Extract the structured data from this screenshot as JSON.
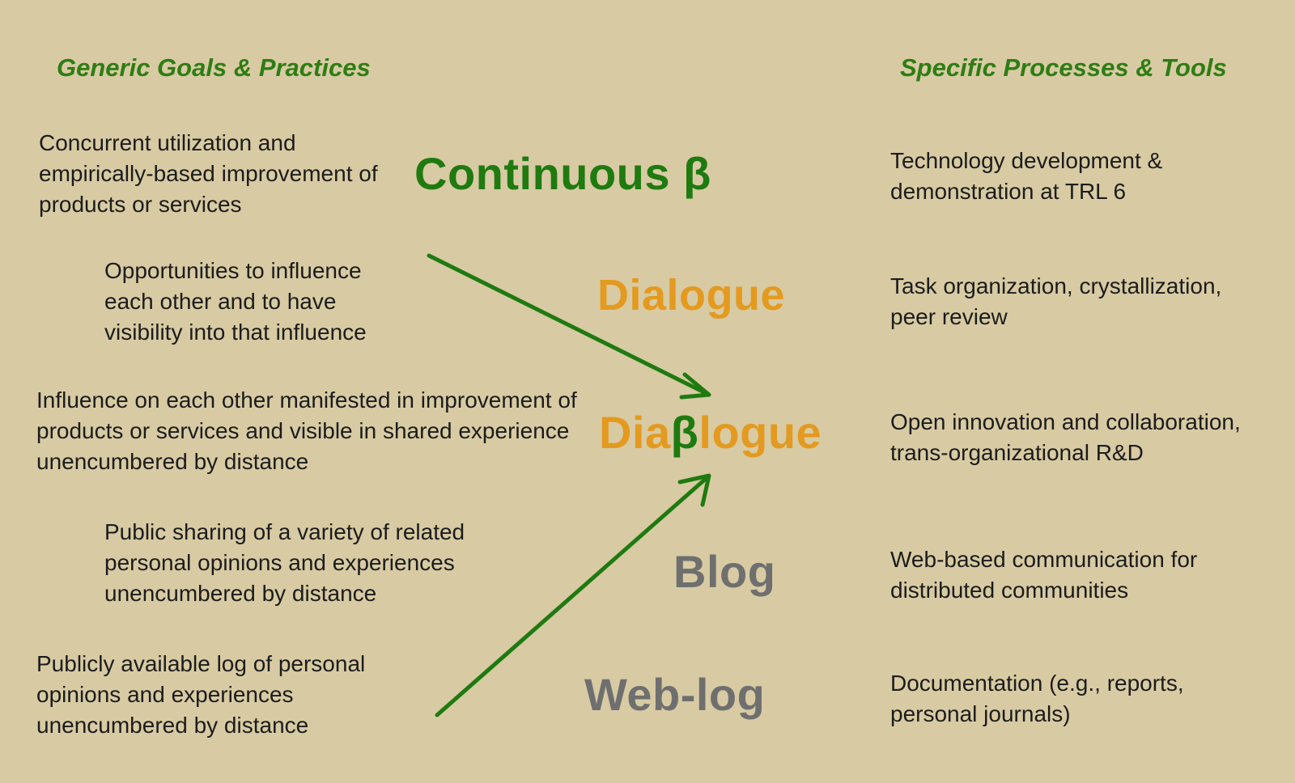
{
  "headings": {
    "left": "Generic Goals & Practices",
    "right": "Specific Processes & Tools"
  },
  "rows": [
    {
      "goal": "Concurrent utilization and empirically-based improvement of products or services",
      "term": "Continuous β",
      "tool": "Technology development & demonstration at TRL 6"
    },
    {
      "goal": "Opportunities to influence each other and to have visibility into that influence",
      "term": "Dialogue",
      "tool": "Task organization, crystallization, peer review"
    },
    {
      "goal": "Influence on each other manifested in improvement of products or services and visible in shared experience unencumbered by distance",
      "term_parts": [
        "Dia",
        "β",
        "logue"
      ],
      "tool": "Open innovation and collaboration, trans-organizational R&D"
    },
    {
      "goal": "Public sharing of a variety of related personal opinions and experiences unencumbered by distance",
      "term": "Blog",
      "tool": "Web-based communication for distributed communities"
    },
    {
      "goal": "Publicly available log of personal opinions and experiences unencumbered by distance",
      "term": "Web-log",
      "tool": "Documentation (e.g., reports, personal journals)"
    }
  ],
  "colors": {
    "background": "#d8cba3",
    "heading": "#2e7d14",
    "green_term": "#1f7a10",
    "orange_term": "#e39a1f",
    "gray_term": "#6f6f6f",
    "arrow": "#1f7a10"
  }
}
